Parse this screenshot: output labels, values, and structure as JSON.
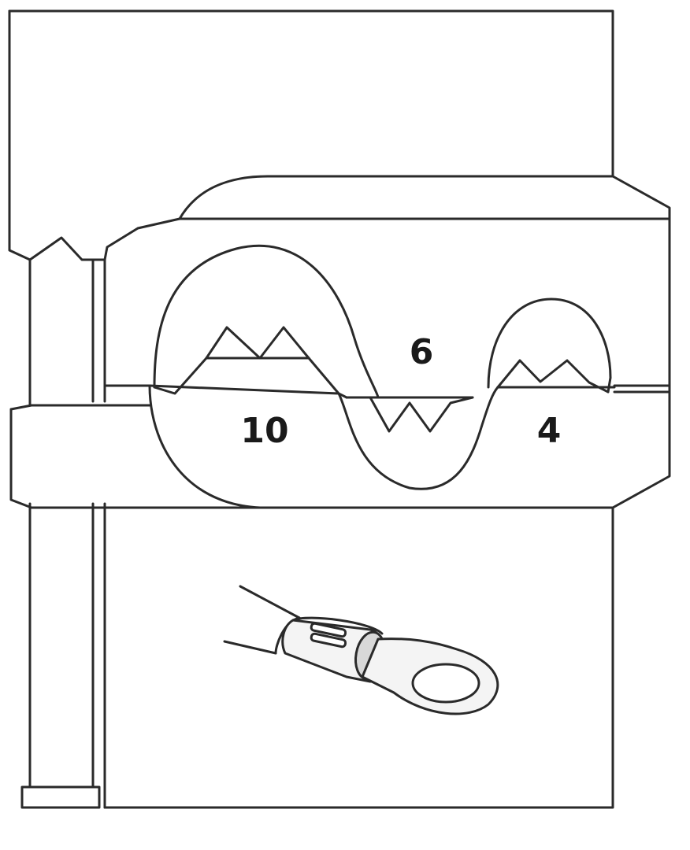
{
  "labels": {
    "size_top": "6",
    "size_left": "10",
    "size_right": "4"
  },
  "colors": {
    "stroke": "#2a2a2a",
    "background": "#ffffff",
    "terminal_fill": "#f4f4f4"
  }
}
